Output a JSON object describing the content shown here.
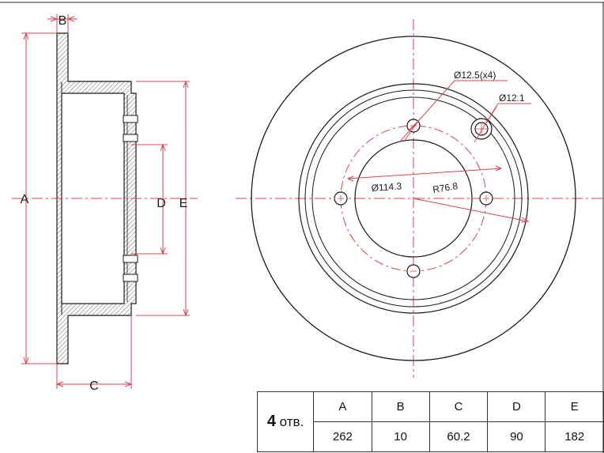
{
  "side_view": {
    "dim_labels": {
      "a": "A",
      "b": "B",
      "c": "C",
      "d": "D",
      "e": "E"
    }
  },
  "front_view": {
    "callouts": {
      "bolt_hole": "Ø12.5(x4)",
      "pilot_hole": "Ø12.1",
      "pcd": "Ø114.3",
      "radius": "R76.8"
    }
  },
  "spec_table": {
    "holes_count": "4",
    "holes_label": "отв.",
    "headers": [
      "A",
      "B",
      "C",
      "D",
      "E"
    ],
    "values": [
      "262",
      "10",
      "60.2",
      "90",
      "182"
    ]
  },
  "colors": {
    "dimension": "#d9434e",
    "outline": "#1a1a1a"
  }
}
